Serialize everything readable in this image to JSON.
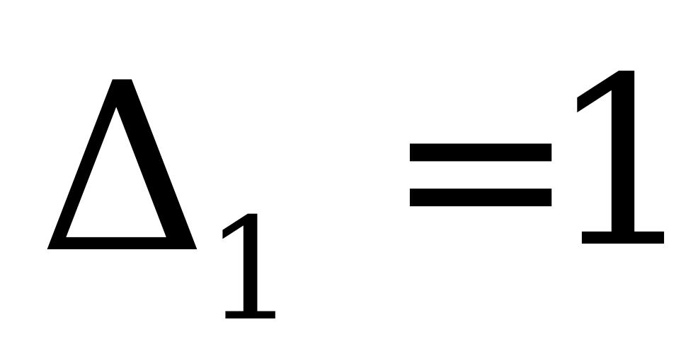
{
  "equation": {
    "symbol": "Δ",
    "subscript": "1",
    "operator": "=",
    "value": "1"
  },
  "colors": {
    "text": "#000000",
    "background": "#ffffff"
  }
}
